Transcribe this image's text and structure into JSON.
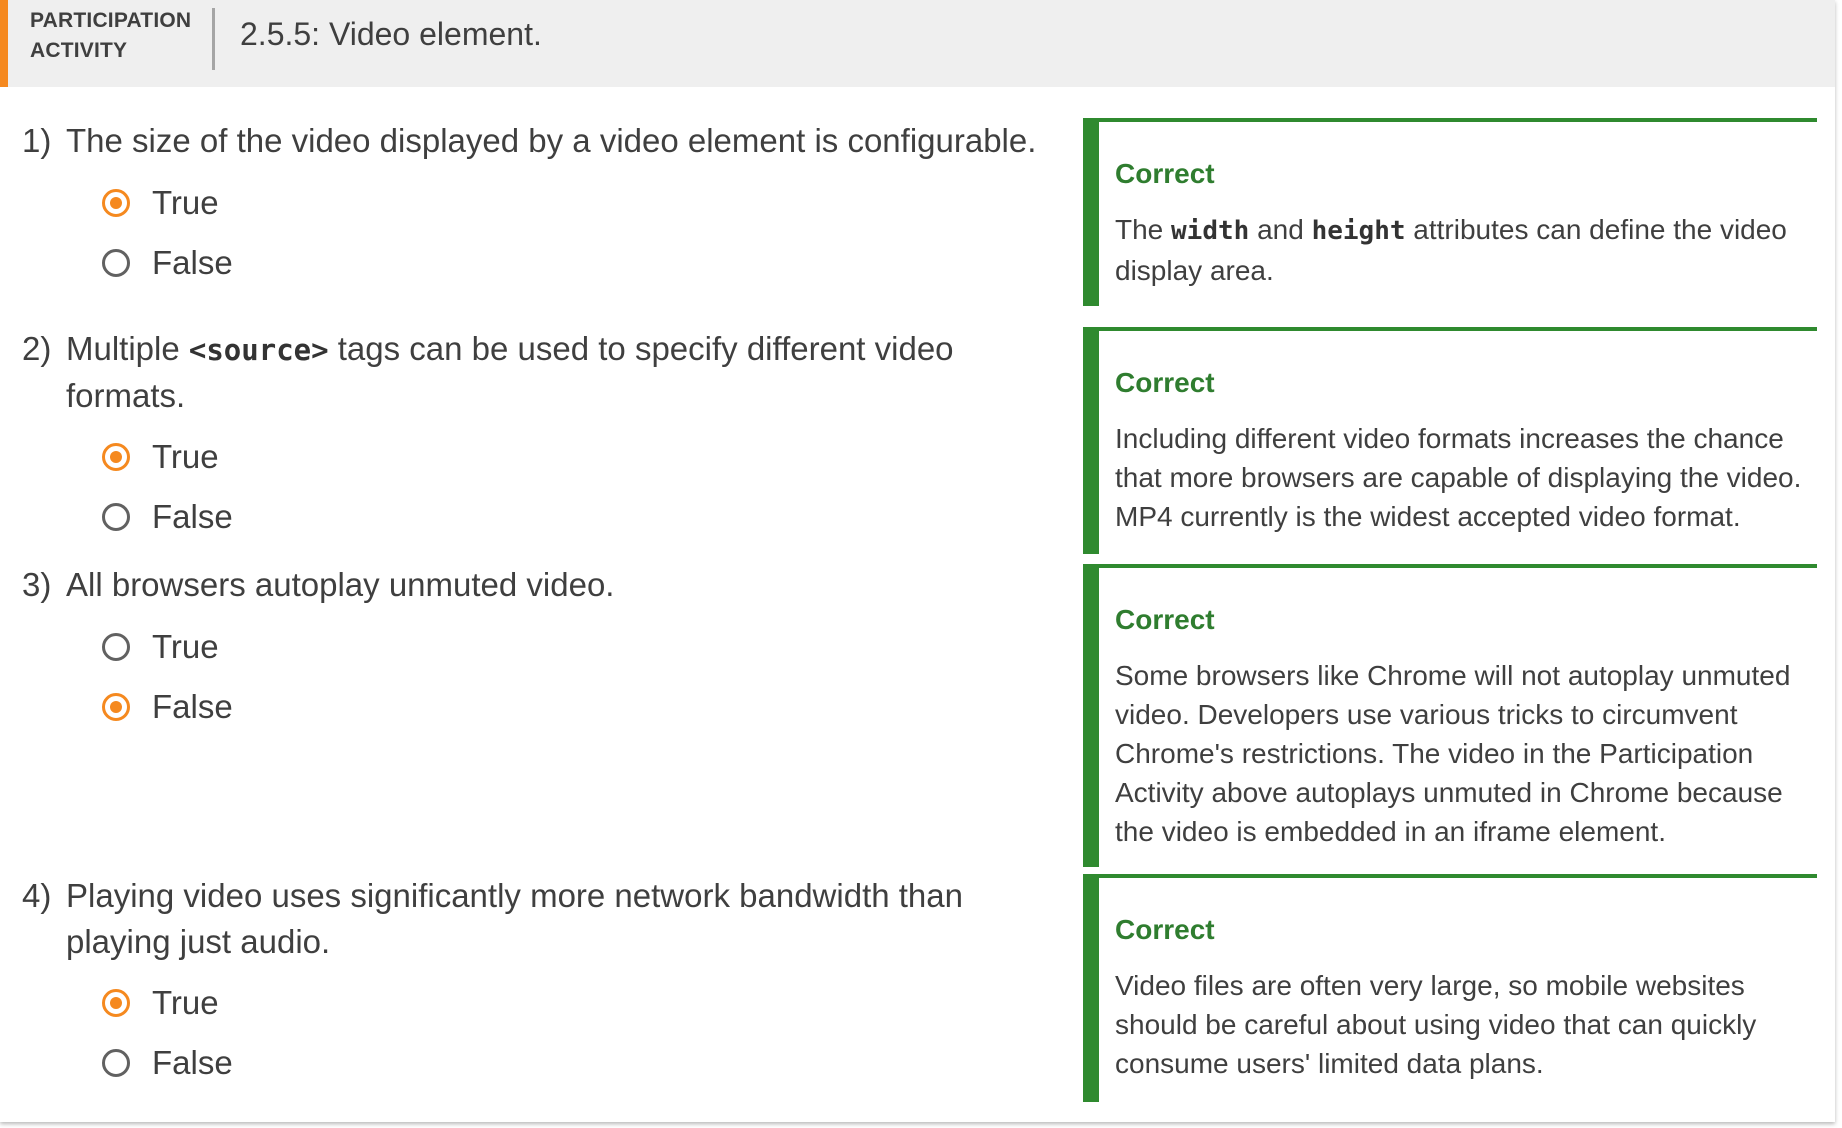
{
  "header": {
    "kind_line1": "PARTICIPATION",
    "kind_line2": "ACTIVITY",
    "title": "2.5.5: Video element.",
    "accent_color": "#f5891f"
  },
  "questions": [
    {
      "number": "1)",
      "text": "The size of the video displayed by a video element is configurable.",
      "options": [
        "True",
        "False"
      ],
      "selected": "True",
      "feedback": {
        "status": "Correct",
        "text_before": "The ",
        "code1": "width",
        "text_middle": " and ",
        "code2": "height",
        "text_after": " attributes can define the video display area."
      }
    },
    {
      "number": "2)",
      "text_before": "Multiple ",
      "code": "<source>",
      "text_after": " tags can be used to specify different video formats.",
      "options": [
        "True",
        "False"
      ],
      "selected": "True",
      "feedback": {
        "status": "Correct",
        "text": "Including different video formats increases the chance that more browsers are capable of displaying the video. MP4 currently is the widest accepted video format."
      }
    },
    {
      "number": "3)",
      "text": "All browsers autoplay unmuted video.",
      "options": [
        "True",
        "False"
      ],
      "selected": "False",
      "feedback": {
        "status": "Correct",
        "text": "Some browsers like Chrome will not autoplay unmuted video. Developers use various tricks to circumvent Chrome's restrictions. The video in the Participation Activity above autoplays unmuted in Chrome because the video is embedded in an iframe element."
      }
    },
    {
      "number": "4)",
      "text": "Playing video uses significantly more network bandwidth than playing just audio.",
      "options": [
        "True",
        "False"
      ],
      "selected": "True",
      "feedback": {
        "status": "Correct",
        "text": "Video files are often very large, so mobile websites should be careful about using video that can quickly consume users' limited data plans."
      }
    }
  ],
  "colors": {
    "correct_green": "#2f8a2f",
    "radio_selected": "#f5891f",
    "radio_unselected": "#616161"
  }
}
